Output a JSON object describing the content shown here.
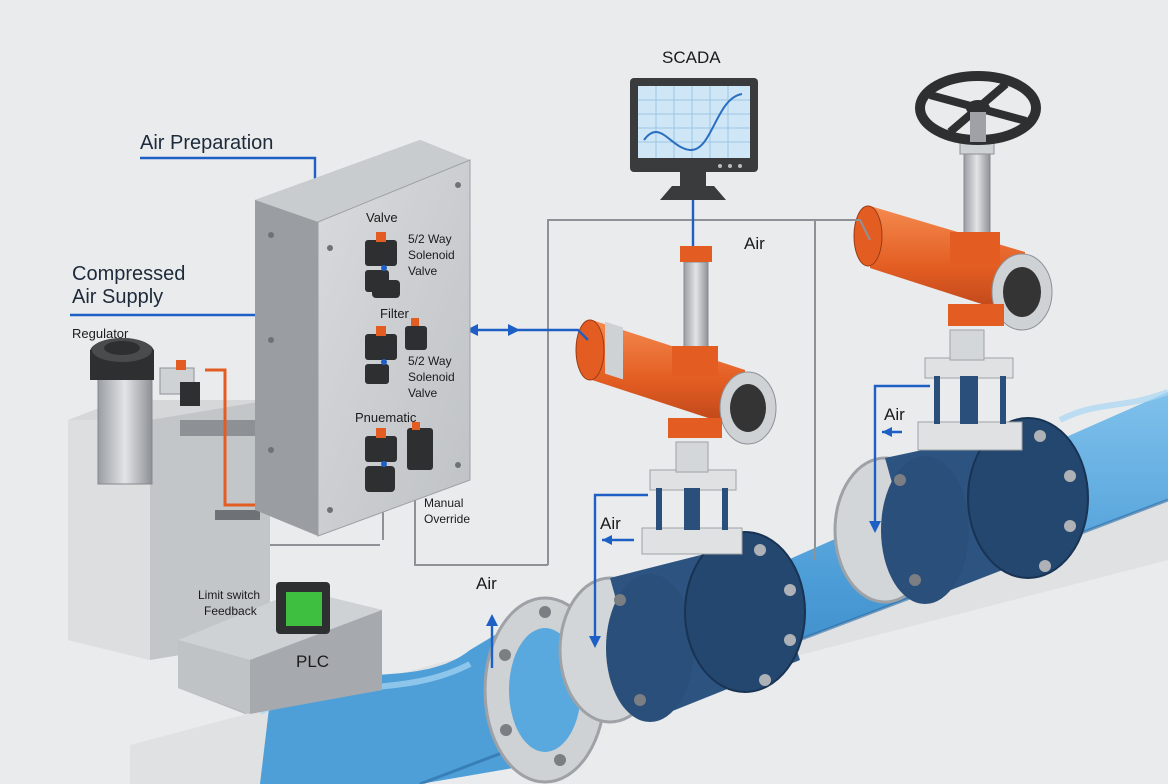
{
  "labels": {
    "scada": "SCADA",
    "air_preparation": "Air Preparation",
    "compressed_air_supply_1": "Compressed",
    "compressed_air_supply_2": "Air Supply",
    "regulator": "Regulator",
    "valve": "Valve",
    "solenoid_1_l1": "5/2 Way",
    "solenoid_1_l2": "Solenoid",
    "solenoid_1_l3": "Valve",
    "filter": "Filter",
    "solenoid_2_l1": "5/2 Way",
    "solenoid_2_l2": "Solenoid",
    "solenoid_2_l3": "Valve",
    "pnuematic": "Pnuematic",
    "manual_override_1": "Manual",
    "manual_override_2": "Override",
    "limit_switch_1": "Limit switch",
    "limit_switch_2": "Feedback",
    "plc": "PLC",
    "air_top": "Air",
    "air_bottom": "Air",
    "air_valve_left": "Air",
    "air_valve_right": "Air"
  },
  "colors": {
    "actuator_orange": "#e8622a",
    "valve_blue": "#2a4f7a",
    "pipe_blue": "#4fa0d8",
    "signal_blue": "#1d5fc4",
    "screen_green": "#3fbf3f"
  }
}
